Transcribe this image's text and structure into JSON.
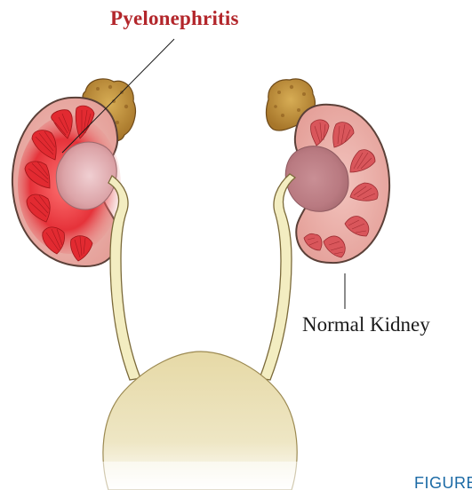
{
  "labels": {
    "pyelonephritis": "Pyelonephritis",
    "normal_kidney": "Normal Kidney",
    "figure": "FIGURE"
  },
  "colors": {
    "pyelonephritis_label": "#b3262b",
    "normal_label": "#1a1a1a",
    "figure_label": "#1b6aa5",
    "kidney_capsule": "#e9a9a2",
    "kidney_outline": "#5b4038",
    "inflamed": "#e0202a",
    "pyramid_normal": "#d8585c",
    "pelvis": "#d9a0a4",
    "ureter": "#f3edc1",
    "adrenal": "#b98d3a",
    "bladder": "#e9dfae"
  }
}
